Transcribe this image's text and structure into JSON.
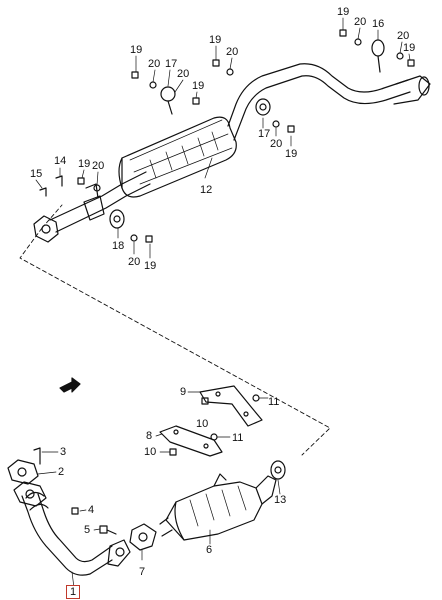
{
  "diagram": {
    "callouts": {
      "c1": "1",
      "c2": "2",
      "c3": "3",
      "c4": "4",
      "c5": "5",
      "c6": "6",
      "c7": "7",
      "c8": "8",
      "c9": "9",
      "c10": "10",
      "c11a": "11",
      "c11b": "11",
      "c12": "12",
      "c13": "13",
      "c14": "14",
      "c15": "15",
      "c16": "16",
      "c17a": "17",
      "c17b": "17",
      "c18": "18",
      "c19a": "19",
      "c19b": "19",
      "c19c": "19",
      "c19d": "19",
      "c19e": "19",
      "c19f": "19",
      "c19g": "19",
      "c20a": "20",
      "c20b": "20",
      "c20c": "20",
      "c20d": "20",
      "c20e": "20",
      "c20f": "20",
      "c20g": "20"
    },
    "highlighted_part": "1",
    "icons": {
      "front_arrow": "front-direction-arrow-icon"
    },
    "colors": {
      "line": "#111111",
      "highlight_box": "#c0392b"
    }
  }
}
